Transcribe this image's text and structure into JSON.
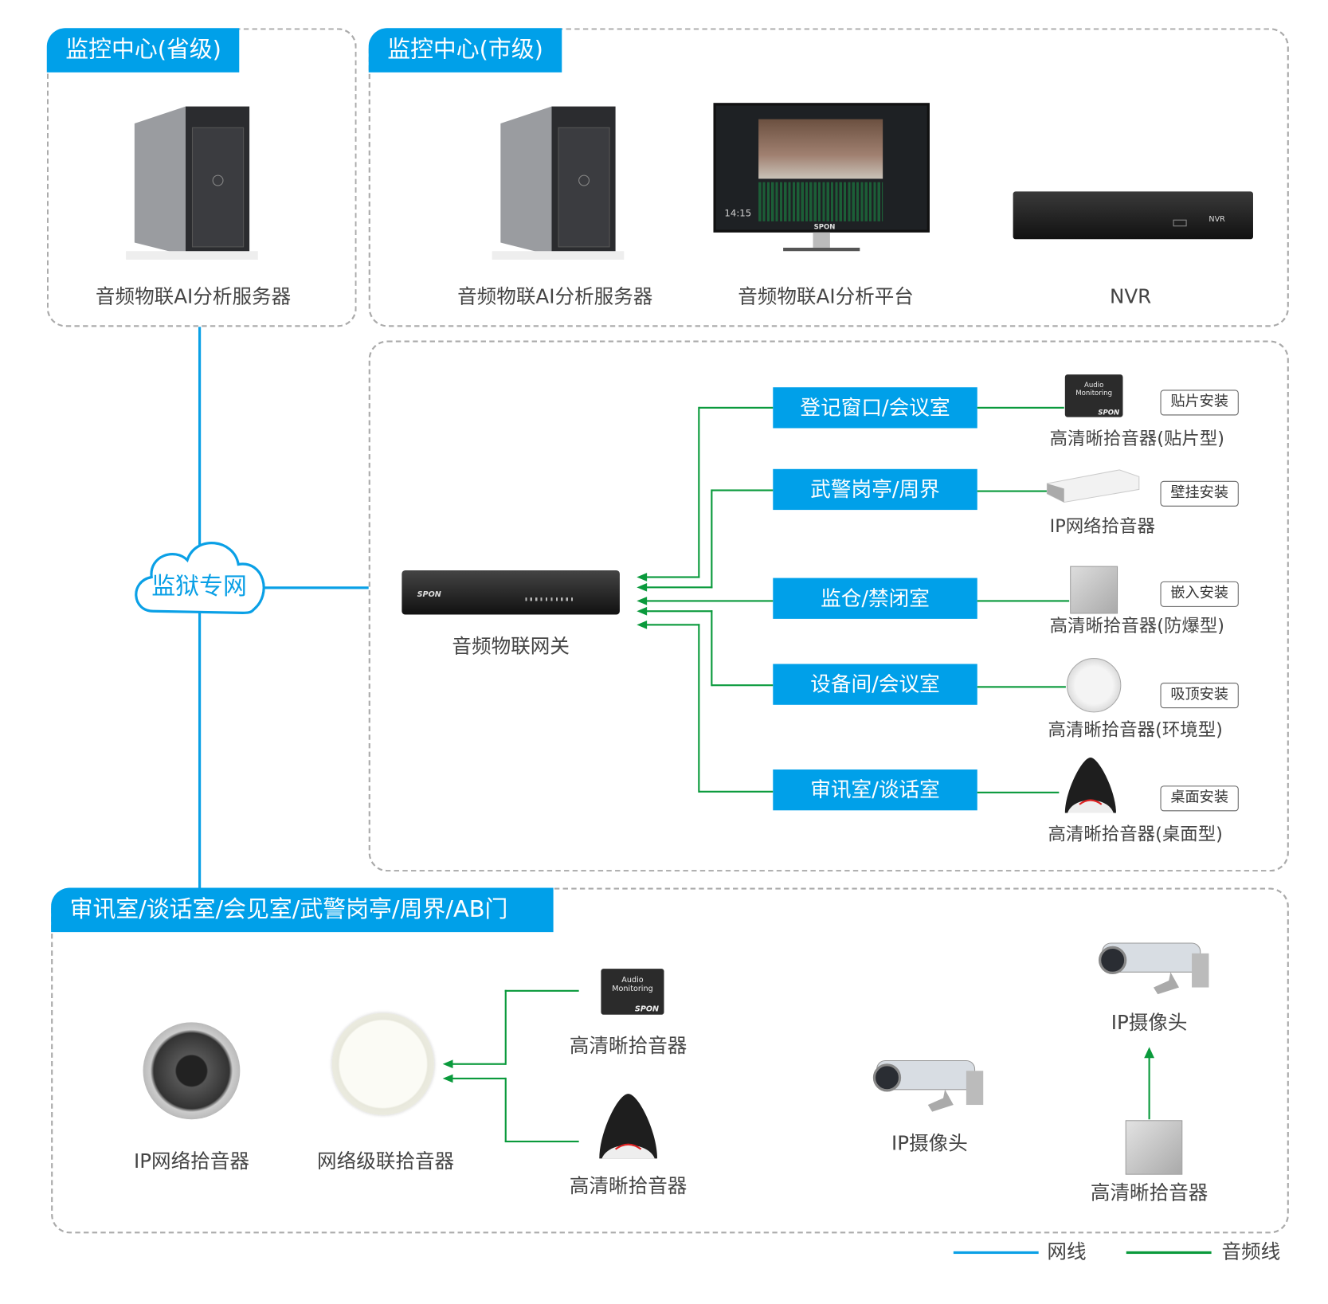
{
  "provincial": {
    "title": "监控中心(省级)",
    "server_label": "音频物联AI分析服务器"
  },
  "city": {
    "title": "监控中心(市级)",
    "server_label": "音频物联AI分析服务器",
    "platform_label": "音频物联AI分析平台",
    "nvr_label": "NVR",
    "monitor_time": "14:15",
    "monitor_brand": "SPON",
    "nvr_device_text": "NVR"
  },
  "network": {
    "cloud_label": "监狱专网"
  },
  "gateway": {
    "label": "音频物联网关",
    "brand": "SPON"
  },
  "rooms": [
    {
      "label": "登记窗口/会议室",
      "device": "高清晰拾音器(贴片型)",
      "install": "贴片安装",
      "icon": "patch-mic-icon"
    },
    {
      "label": "武警岗亭/周界",
      "device": "IP网络拾音器",
      "install": "壁挂安装",
      "icon": "wall-mic-icon"
    },
    {
      "label": "监仓/禁闭室",
      "device": "高清晰拾音器(防爆型)",
      "install": "嵌入安装",
      "icon": "explosion-proof-mic-icon"
    },
    {
      "label": "设备间/会议室",
      "device": "高清晰拾音器(环境型)",
      "install": "吸顶安装",
      "icon": "ceiling-mic-icon"
    },
    {
      "label": "审讯室/谈话室",
      "device": "高清晰拾音器(桌面型)",
      "install": "桌面安装",
      "icon": "desktop-mic-icon"
    }
  ],
  "bottom": {
    "title": "审讯室/谈话室/会见室/武警岗亭/周界/AB门",
    "ip_mic": "IP网络拾音器",
    "cascade_mic": "网络级联拾音器",
    "hd_mic_1": "高清晰拾音器",
    "hd_mic_2": "高清晰拾音器",
    "camera_1": "IP摄像头",
    "camera_2": "IP摄像头",
    "hd_mic_3": "高清晰拾音器",
    "patch_text": "Audio Monitoring",
    "brand": "SPON"
  },
  "legend": {
    "network_line": "网线",
    "audio_line": "音频线",
    "network_color": "#0aa0e6",
    "audio_color": "#0a9a3c"
  }
}
